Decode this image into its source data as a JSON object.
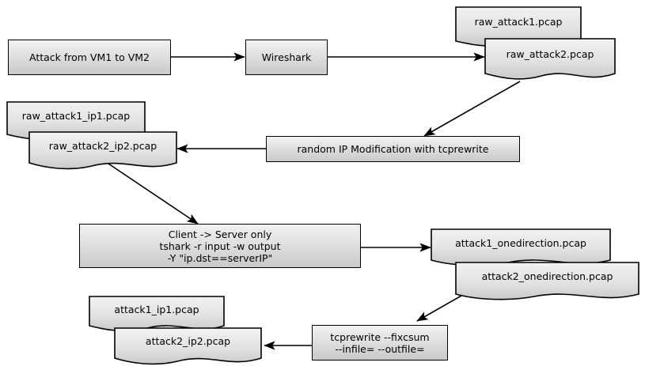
{
  "diagram": {
    "title": "pcap attack capture and rewrite workflow",
    "background": "#ffffff",
    "line_color": "#000000",
    "fill_top": "#f2f2f2",
    "fill_bottom": "#c9c9c9",
    "nodes": {
      "attack_vm": {
        "label": "Attack from VM1 to VM2",
        "type": "process"
      },
      "wireshark": {
        "label": "Wireshark",
        "type": "process"
      },
      "raw_attack1": {
        "label": "raw_attack1.pcap",
        "type": "document"
      },
      "raw_attack2": {
        "label": "raw_attack2.pcap",
        "type": "document"
      },
      "random_ip_mod": {
        "label": "random IP Modification with tcprewrite",
        "type": "process"
      },
      "raw_attack1_ip1": {
        "label": "raw_attack1_ip1.pcap",
        "type": "document"
      },
      "raw_attack2_ip2": {
        "label": "raw_attack2_ip2.pcap",
        "type": "document"
      },
      "tshark_filter": {
        "label": "Client -> Server only\ntshark -r input -w output\n-Y \"ip.dst==serverIP\"",
        "type": "process"
      },
      "attack1_onedirection": {
        "label": "attack1_onedirection.pcap",
        "type": "document"
      },
      "attack2_onedirection": {
        "label": "attack2_onedirection.pcap",
        "type": "document"
      },
      "tcprewrite_fixcsum": {
        "label": "tcprewrite --fixcsum\n--infile= --outfile=",
        "type": "process"
      },
      "attack1_ip1": {
        "label": "attack1_ip1.pcap",
        "type": "document"
      },
      "attack2_ip2": {
        "label": "attack2_ip2.pcap",
        "type": "document"
      }
    },
    "edges": [
      {
        "from": "attack_vm",
        "to": "wireshark",
        "style": "straight-right"
      },
      {
        "from": "wireshark",
        "to": "raw_attack2",
        "style": "straight-right"
      },
      {
        "from": "raw_attack2",
        "to": "random_ip_mod",
        "style": "diagonal-down-left"
      },
      {
        "from": "random_ip_mod",
        "to": "raw_attack2_ip2",
        "style": "straight-left"
      },
      {
        "from": "raw_attack2_ip2",
        "to": "tshark_filter",
        "style": "diagonal-down-right"
      },
      {
        "from": "tshark_filter",
        "to": "attack1_onedirection",
        "style": "straight-right"
      },
      {
        "from": "attack2_onedirection",
        "to": "tcprewrite_fixcsum",
        "style": "diagonal-down-left"
      },
      {
        "from": "tcprewrite_fixcsum",
        "to": "attack2_ip2",
        "style": "straight-left"
      }
    ]
  }
}
